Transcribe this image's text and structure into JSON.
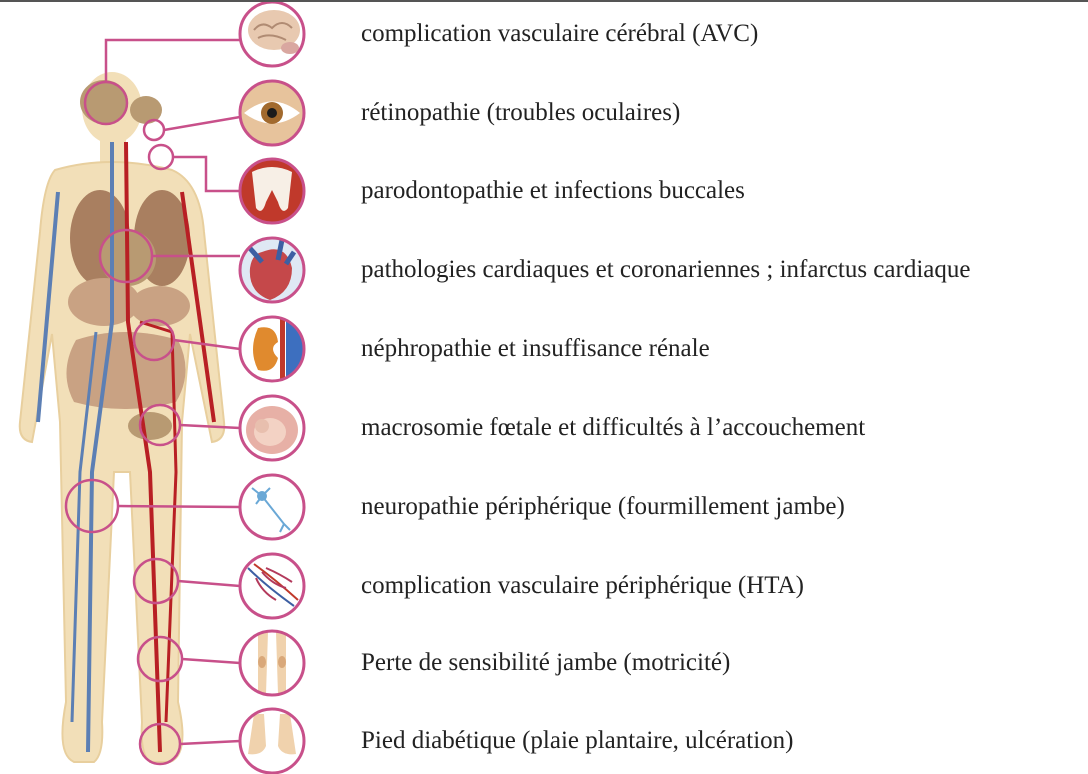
{
  "colors": {
    "skin": "#f2dfb8",
    "skin_edge": "#e8cf9e",
    "organ": "#b89a72",
    "lung": "#a97f60",
    "digestive": "#c9a283",
    "vein": "#5c7fb4",
    "artery": "#b81f24",
    "connector": "#c8508a",
    "icon_ring": "#c8508a",
    "text": "#222222"
  },
  "complications": [
    {
      "label": "complication vasculaire cérébral (AVC)",
      "icon": "brain-icon"
    },
    {
      "label": "rétinopathie (troubles oculaires)",
      "icon": "eye-icon"
    },
    {
      "label": "parodontopathie et  infections buccales",
      "icon": "tooth-icon"
    },
    {
      "label": "pathologies cardiaques et coronariennes ; infarctus cardiaque",
      "icon": "heart-icon"
    },
    {
      "label": "néphropathie et insuffisance rénale",
      "icon": "kidney-icon"
    },
    {
      "label": "macrosomie fœtale et difficultés à l’accouchement",
      "icon": "fetus-icon"
    },
    {
      "label": "neuropathie périphérique (fourmillement jambe)",
      "icon": "neuron-icon"
    },
    {
      "label": "complication vasculaire périphérique (HTA)",
      "icon": "vessels-icon"
    },
    {
      "label": "Perte de sensibilité jambe (motricité)",
      "icon": "legs-icon"
    },
    {
      "label": "Pied diabétique (plaie plantaire, ulcération)",
      "icon": "feet-icon"
    }
  ]
}
